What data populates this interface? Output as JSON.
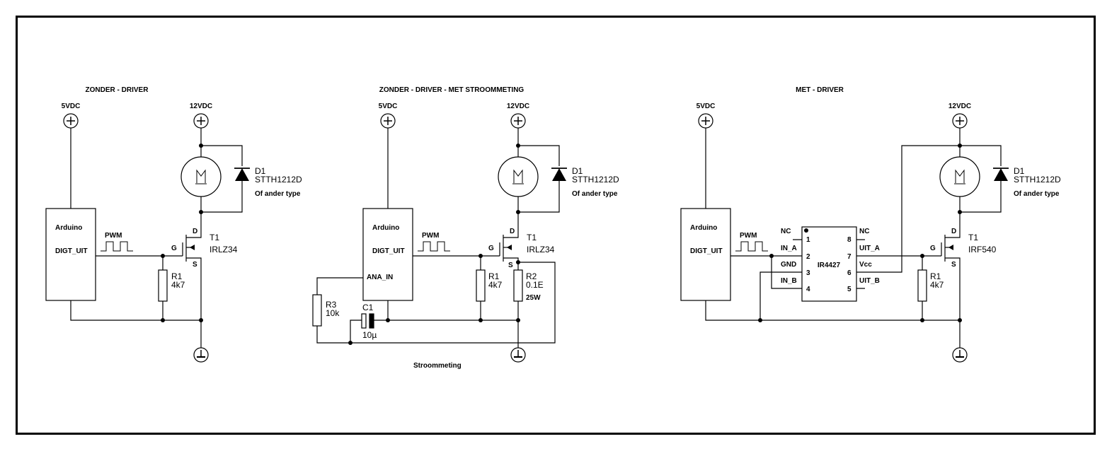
{
  "circuits": [
    {
      "title": "ZONDER - DRIVER",
      "supply_5v": "5VDC",
      "supply_12v": "12VDC",
      "arduino": {
        "name": "Arduino",
        "pin_out": "DIGT_UIT"
      },
      "pwm_label": "PWM",
      "mosfet": {
        "ref": "T1",
        "part": "IRLZ34",
        "pin_g": "G",
        "pin_d": "D",
        "pin_s": "S"
      },
      "diode": {
        "ref": "D1",
        "part": "STTH1212D",
        "note": "Of ander type"
      },
      "motor": "M",
      "r1": {
        "ref": "R1",
        "value": "4k7"
      }
    },
    {
      "title": "ZONDER - DRIVER - MET STROOMMETING",
      "supply_5v": "5VDC",
      "supply_12v": "12VDC",
      "arduino": {
        "name": "Arduino",
        "pin_out": "DIGT_UIT",
        "pin_in": "ANA_IN"
      },
      "pwm_label": "PWM",
      "mosfet": {
        "ref": "T1",
        "part": "IRLZ34",
        "pin_g": "G",
        "pin_d": "D",
        "pin_s": "S"
      },
      "diode": {
        "ref": "D1",
        "part": "STTH1212D",
        "note": "Of ander type"
      },
      "motor": "M",
      "r1": {
        "ref": "R1",
        "value": "4k7"
      },
      "r2": {
        "ref": "R2",
        "value": "0.1E",
        "power": "25W"
      },
      "r3": {
        "ref": "R3",
        "value": "10k"
      },
      "c1": {
        "ref": "C1",
        "value": "10µ"
      },
      "caption": "Stroommeting"
    },
    {
      "title": "MET - DRIVER",
      "supply_5v": "5VDC",
      "supply_12v": "12VDC",
      "arduino": {
        "name": "Arduino",
        "pin_out": "DIGT_UIT"
      },
      "pwm_label": "PWM",
      "mosfet": {
        "ref": "T1",
        "part": "IRF540",
        "pin_g": "G",
        "pin_d": "D",
        "pin_s": "S"
      },
      "diode": {
        "ref": "D1",
        "part": "STTH1212D",
        "note": "Of ander type"
      },
      "motor": "M",
      "r1": {
        "ref": "R1",
        "value": "4k7"
      },
      "driver": {
        "name": "IR4427",
        "left_pins": [
          {
            "num": "1",
            "label": "NC"
          },
          {
            "num": "2",
            "label": "IN_A"
          },
          {
            "num": "3",
            "label": "GND"
          },
          {
            "num": "4",
            "label": "IN_B"
          }
        ],
        "right_pins": [
          {
            "num": "8",
            "label": "NC"
          },
          {
            "num": "7",
            "label": "UIT_A"
          },
          {
            "num": "6",
            "label": "Vcc"
          },
          {
            "num": "5",
            "label": "UIT_B"
          }
        ]
      }
    }
  ]
}
